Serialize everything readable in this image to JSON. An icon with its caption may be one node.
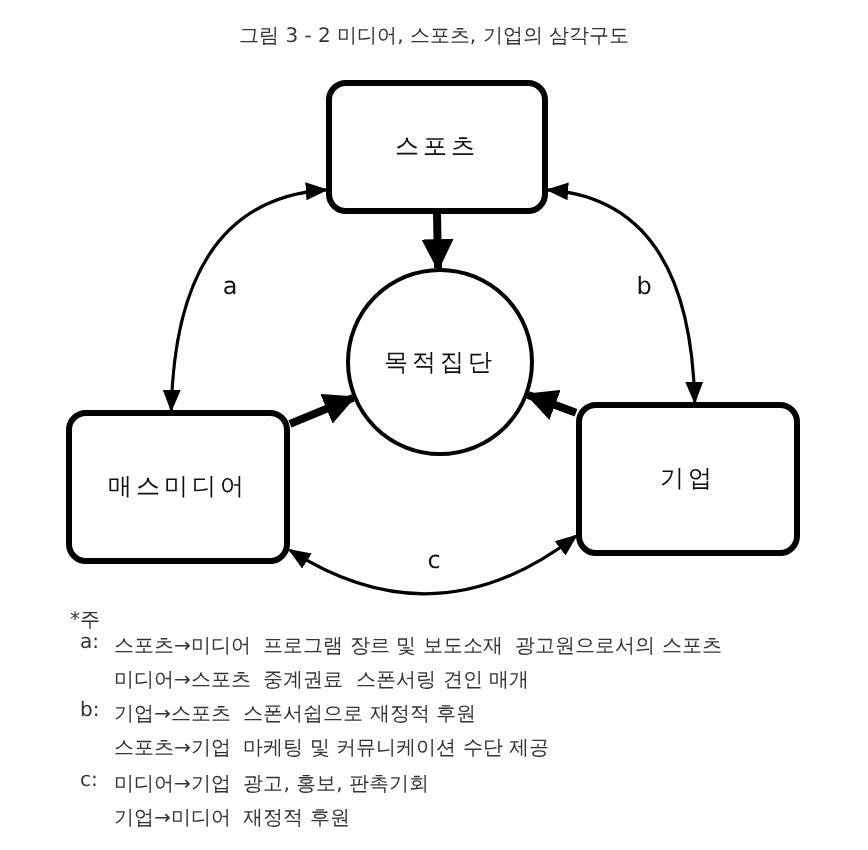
{
  "diagram": {
    "title": "그림 3 - 2   미디어, 스포츠, 기업의 삼각구도",
    "nodes": [
      {
        "text": [
          "스포츠"
        ]
      },
      {
        "text": [
          "목적집단"
        ]
      },
      {
        "text": [
          "매스미디어"
        ]
      },
      {
        "text": [
          "기업"
        ]
      }
    ],
    "edges": [
      {
        "from": 0,
        "to": 1,
        "arrow": "to",
        "style": "thick"
      },
      {
        "from": 2,
        "to": 1,
        "arrow": "to",
        "style": "thick"
      },
      {
        "from": 3,
        "to": 1,
        "arrow": "to",
        "style": "thick"
      },
      {
        "from": 2,
        "to": 0,
        "arrow": "both",
        "label": "a"
      },
      {
        "from": 0,
        "to": 3,
        "arrow": "both",
        "label": "b"
      },
      {
        "from": 2,
        "to": 3,
        "arrow": "both",
        "label": "c"
      }
    ],
    "labels": [
      "*주",
      "a:",
      "스포츠→미디어  프로그램 장르 및 보도소재  광고원으로서의 스포츠",
      "미디어→스포츠  중계권료  스폰서링 견인 매개",
      "b:",
      "기업→스포츠  스폰서쉽으로 재정적 후원",
      "스포츠→기업  마케팅 및 커뮤니케이션 수단 제공",
      "c:",
      "미디어→기업  광고, 홍보, 판촉기회",
      "기업→미디어  재정적 후원"
    ]
  }
}
